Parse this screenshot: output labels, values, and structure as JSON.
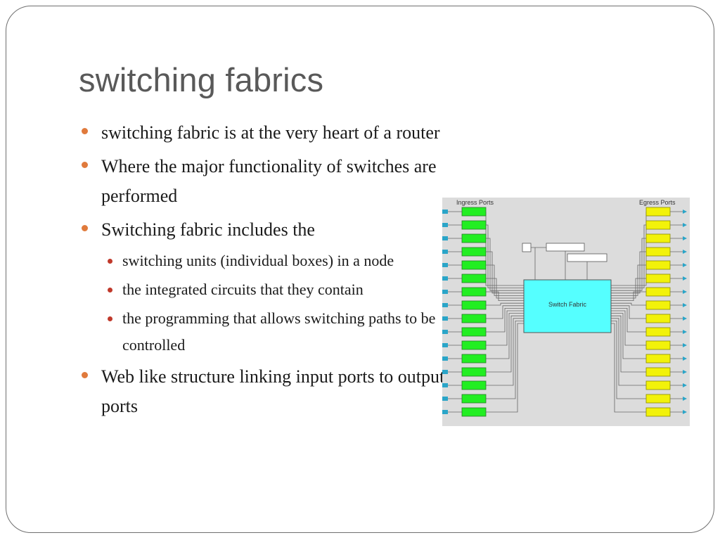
{
  "slide": {
    "title": "switching fabrics",
    "bullets": [
      {
        "text": "switching fabric is at the very heart of a router",
        "level": 1
      },
      {
        "text": "Where the major functionality of switches are performed",
        "level": 1
      },
      {
        "text": "Switching fabric includes the",
        "level": 1
      },
      {
        "text": "switching units (individual boxes) in a node",
        "level": 2
      },
      {
        "text": "the integrated circuits that they contain",
        "level": 2
      },
      {
        "text": "the programming that allows switching paths to be controlled",
        "level": 2
      },
      {
        "text": "Web like structure linking input ports to output ports",
        "level": 1
      }
    ]
  },
  "diagram": {
    "ingress_label": "Ingress Ports",
    "egress_label": "Egress Ports",
    "fabric_label": "Switch Fabric",
    "ingress_port_count": 16,
    "egress_port_count": 16,
    "colors": {
      "ingress": "#22ee22",
      "egress": "#f2f20a",
      "fabric": "#55ffff",
      "background": "#dcdcdc",
      "connector": "#2aa5c8",
      "bullet_level1": "#e07a3c",
      "bullet_level2": "#c0392b"
    }
  }
}
